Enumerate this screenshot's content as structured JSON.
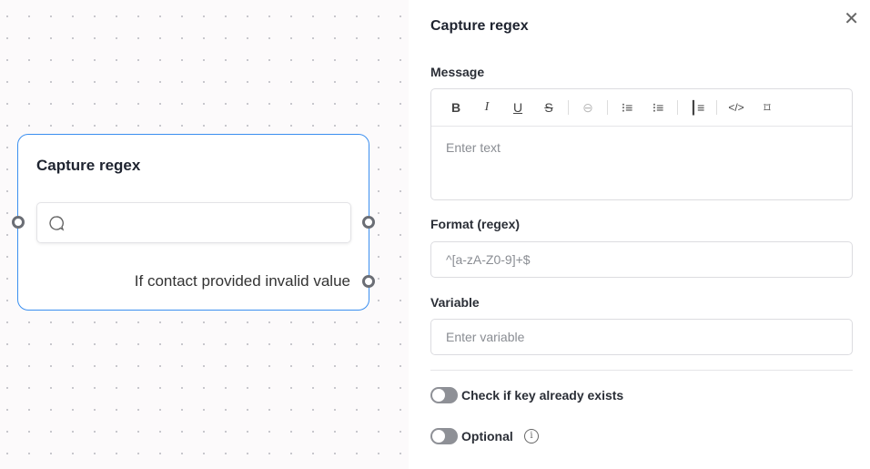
{
  "node": {
    "title": "Capture regex",
    "invalid_label": "If contact provided invalid value"
  },
  "panel": {
    "title": "Capture regex",
    "message_label": "Message",
    "toolbar": [
      {
        "icon": "bold-icon",
        "glyph": "B"
      },
      {
        "icon": "italic-icon",
        "glyph": "I"
      },
      {
        "icon": "underline-icon",
        "glyph": "U"
      },
      {
        "icon": "strikethrough-icon",
        "glyph": "S"
      },
      {
        "icon": "link-icon",
        "glyph": "⊖"
      },
      {
        "icon": "bullet-list-icon",
        "glyph": "⁝≡"
      },
      {
        "icon": "numbered-list-icon",
        "glyph": "⁝≡"
      },
      {
        "icon": "blockquote-icon",
        "glyph": "┃≡"
      },
      {
        "icon": "code-icon",
        "glyph": "</>"
      },
      {
        "icon": "variable-icon",
        "glyph": "⌑"
      }
    ],
    "message_placeholder": "Enter text",
    "format_label": "Format (regex)",
    "format_placeholder": "^[a-zA-Z0-9]+$",
    "variable_label": "Variable",
    "variable_placeholder": "Enter variable",
    "check_key_label": "Check if key already exists",
    "check_key_on": false,
    "optional_label": "Optional",
    "optional_on": false
  }
}
